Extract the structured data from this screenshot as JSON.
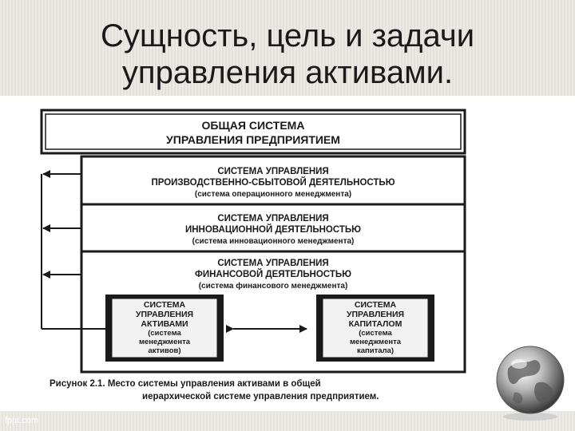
{
  "title": {
    "line1": "Сущность, цель и задачи",
    "line2": "управления активами."
  },
  "diagram": {
    "general_system": {
      "line1": "ОБЩАЯ СИСТЕМА",
      "line2": "УПРАВЛЕНИЯ ПРЕДПРИЯТИЕМ"
    },
    "production_system": {
      "line1": "СИСТЕМА УПРАВЛЕНИЯ",
      "line2": "ПРОИЗВОДСТВЕННО-СБЫТОВОЙ ДЕЯТЕЛЬНОСТЬЮ",
      "line3": "(система операционного менеджмента)"
    },
    "innovation_system": {
      "line1": "СИСТЕМА УПРАВЛЕНИЯ",
      "line2": "ИННОВАЦИОННОЙ ДЕЯТЕЛЬНОСТЬЮ",
      "line3": "(система инновационного менеджмента)"
    },
    "financial_system": {
      "line1": "СИСТЕМА УПРАВЛЕНИЯ",
      "line2": "ФИНАНСОВОЙ ДЕЯТЕЛЬНОСТЬЮ",
      "line3": "(система финансового менеджмента)"
    },
    "assets_system": {
      "line1": "СИСТЕМА",
      "line2": "УПРАВЛЕНИЯ",
      "line3": "АКТИВАМИ",
      "line4": "(система",
      "line5": "менеджмента",
      "line6": "активов)"
    },
    "capital_system": {
      "line1": "СИСТЕМА",
      "line2": "УПРАВЛЕНИЯ",
      "line3": "КАПИТАЛОМ",
      "line4": "(система",
      "line5": "менеджмента",
      "line6": "капитала)"
    },
    "caption": {
      "line1": "Рисунок 2.1. Место системы управления активами в общей",
      "line2": "иерархической системе управления предприятием."
    }
  },
  "watermark": "fppt.com",
  "colors": {
    "band": "#e6e4de",
    "diagram_ink": "#1a1a1a",
    "inner_box_fill": "#f2f2f2"
  }
}
